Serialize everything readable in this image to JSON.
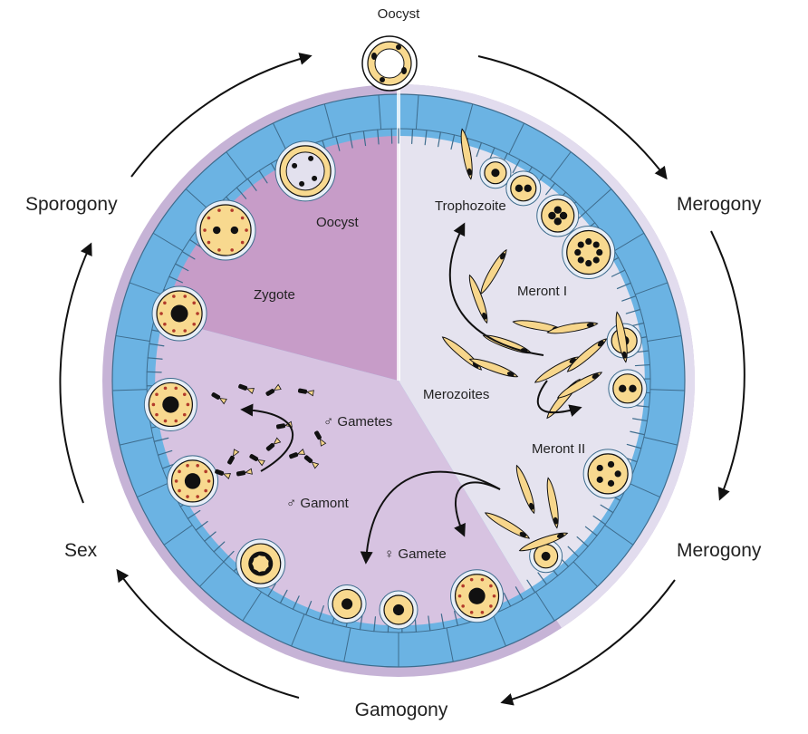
{
  "stages": {
    "top_oocyst": "Oocyst",
    "merogony_1": "Merogony",
    "merogony_2": "Merogony",
    "gamogony": "Gamogony",
    "sex": "Sex",
    "sporogony": "Sporogony"
  },
  "labels": {
    "oocyst": "Oocyst",
    "zygote": "Zygote",
    "trophozoite": "Trophozoite",
    "meront_1": "Meront I",
    "merozoites": "Merozoites",
    "meront_2": "Meront II",
    "male_gametes": "♂ Gametes",
    "male_gamont": "♂ Gamont",
    "female_gamete": "♀ Gamete"
  },
  "colors": {
    "epithelium": "#6bb3e3",
    "sporogony_sector": "#c79cc8",
    "gamogony_sector": "#d7c3e1",
    "merogony_sector": "#e5e3ef",
    "outer_ring": "#c6b3d6",
    "cell_fill": "#f8d98f",
    "nucleus": "#111111",
    "granule": "#b23a2a",
    "merozoite": "#f7d68b"
  }
}
